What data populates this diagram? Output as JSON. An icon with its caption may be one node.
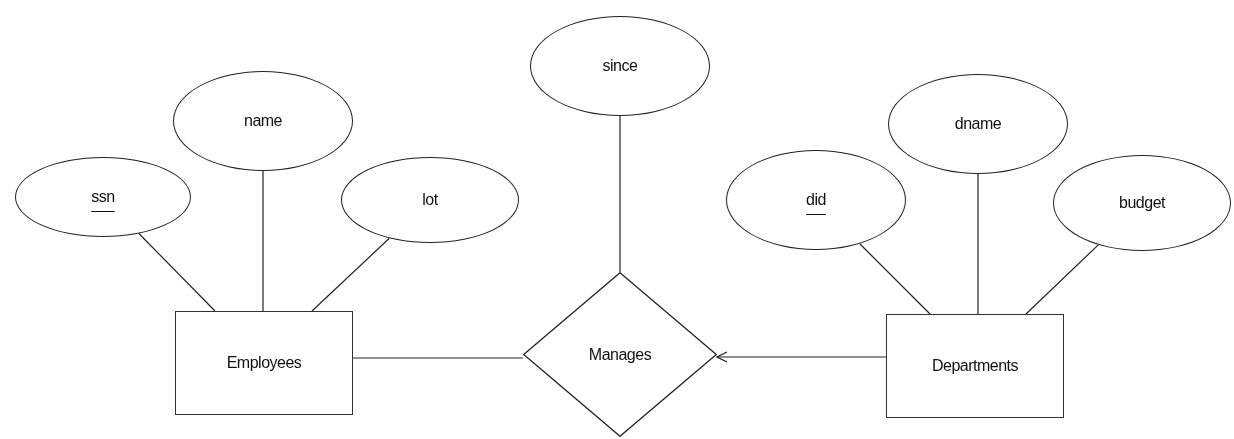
{
  "diagram": {
    "nodes": [
      {
        "text": [
          "ssn"
        ]
      },
      {
        "text": [
          "name"
        ]
      },
      {
        "text": [
          "lot"
        ]
      },
      {
        "text": [
          "Employees"
        ]
      },
      {
        "text": [
          "since"
        ]
      },
      {
        "text": [
          "Manages"
        ]
      },
      {
        "text": [
          "did"
        ]
      },
      {
        "text": [
          "dname"
        ]
      },
      {
        "text": [
          "budget"
        ]
      },
      {
        "text": [
          "Departments"
        ]
      }
    ],
    "edges": [
      {
        "from": 0,
        "to": 3,
        "arrow": "none"
      },
      {
        "from": 1,
        "to": 3,
        "arrow": "none"
      },
      {
        "from": 2,
        "to": 3,
        "arrow": "none"
      },
      {
        "from": 4,
        "to": 5,
        "arrow": "none"
      },
      {
        "from": 6,
        "to": 9,
        "arrow": "none"
      },
      {
        "from": 7,
        "to": 9,
        "arrow": "none"
      },
      {
        "from": 8,
        "to": 9,
        "arrow": "none"
      },
      {
        "from": 3,
        "to": 5,
        "arrow": "none"
      },
      {
        "from": 9,
        "to": 5,
        "arrow": "to"
      }
    ]
  }
}
